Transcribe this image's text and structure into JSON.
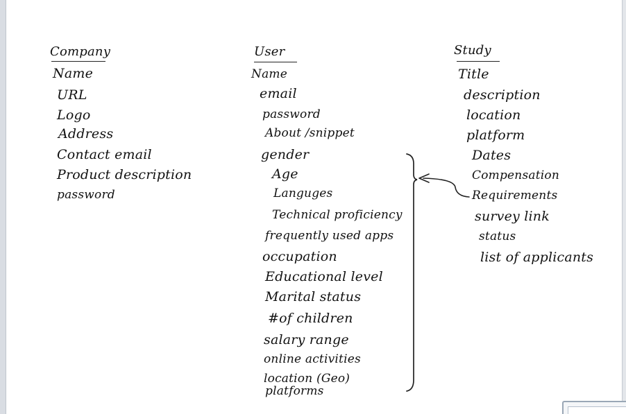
{
  "company": {
    "heading": "Company",
    "fields": [
      "Name",
      "URL",
      "Logo",
      "Address",
      "Contact email",
      "Product description",
      "password"
    ]
  },
  "user": {
    "heading": "User",
    "fields": [
      "Name",
      "email",
      "password",
      "About /snippet",
      "gender",
      "Age",
      "Languges",
      "Technical proficiency",
      "frequently used apps",
      "occupation",
      "Educational level",
      "Marital status",
      "#of children",
      "salary range",
      "online activities",
      "location (Geo)",
      "platforms"
    ]
  },
  "study": {
    "heading": "Study",
    "fields": [
      "Title",
      "description",
      "location",
      "platform",
      "Dates",
      "Compensation",
      "Requirements",
      "survey link",
      "status",
      "list of applicants"
    ]
  }
}
